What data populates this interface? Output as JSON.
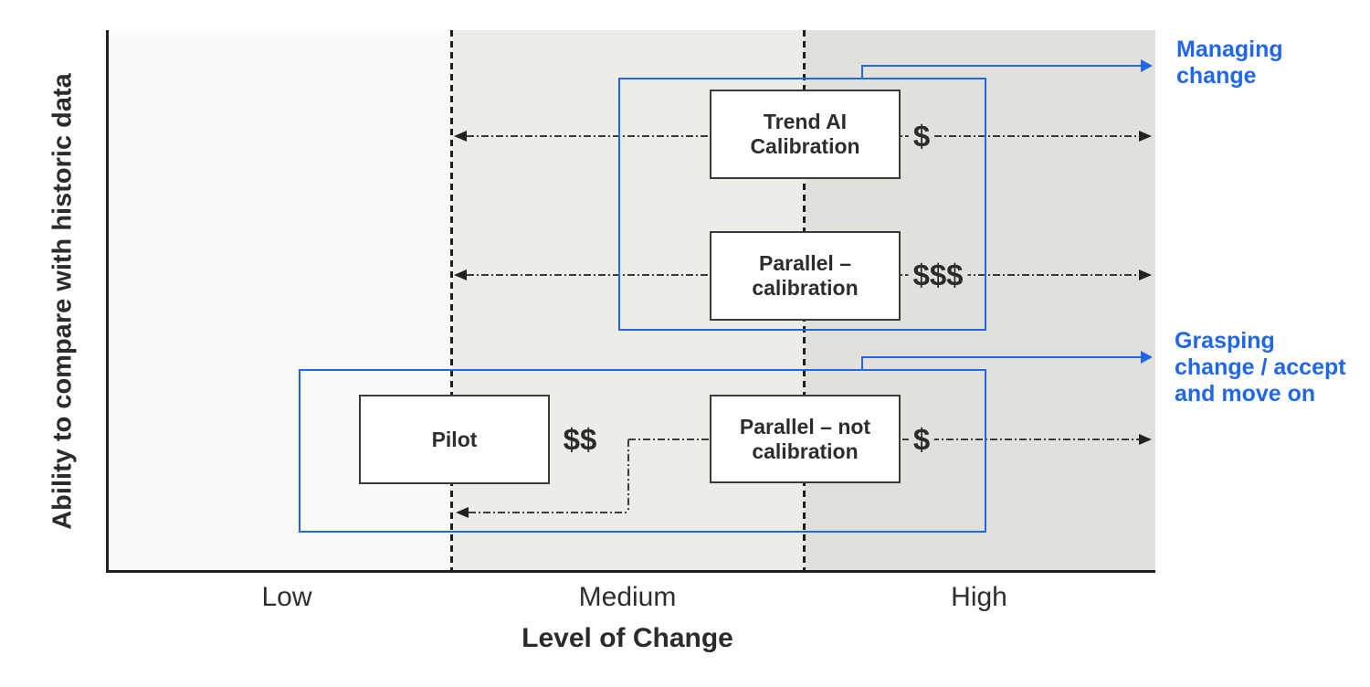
{
  "y_axis": {
    "label": "Ability to compare with historic data"
  },
  "x_axis": {
    "title": "Level of Change",
    "ticks": [
      "Low",
      "Medium",
      "High"
    ]
  },
  "boxes": [
    {
      "label": "Trend AI\nCalibration",
      "cost": "$"
    },
    {
      "label": "Parallel –\ncalibration",
      "cost": "$$$"
    },
    {
      "label": "Pilot",
      "cost": "$$"
    },
    {
      "label": "Parallel – not\ncalibration",
      "cost": "$"
    }
  ],
  "annotations": [
    {
      "label": "Managing\nchange"
    },
    {
      "label": "Grasping\nchange / accept\nand move on"
    }
  ],
  "colors": {
    "accent_blue": "#2167ea",
    "band_low": "#fafaf8",
    "band_medium": "#edece7",
    "band_high": "#e1e0da"
  }
}
